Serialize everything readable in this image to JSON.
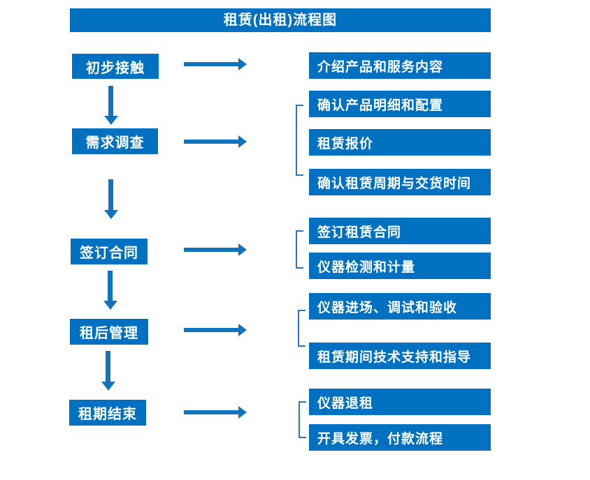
{
  "title": "租赁(出租)流程图",
  "colors": {
    "box_blue": "#0070C0",
    "arrow_blue": "#1172BE",
    "bracket_blue": "#2E75B6",
    "text": "#FFFFFF",
    "background": "#FFFFFF"
  },
  "stages": [
    {
      "label": "初步接触",
      "details": [
        "介绍产品和服务内容"
      ]
    },
    {
      "label": "需求调查",
      "details": [
        "确认产品明细和配置",
        "租赁报价",
        "确认租赁周期与交货时间"
      ]
    },
    {
      "label": "签订合同",
      "details": [
        "签订租赁合同",
        "仪器检测和计量"
      ]
    },
    {
      "label": "租后管理",
      "details": [
        "仪器进场、调试和验收",
        "租赁期间技术支持和指导"
      ]
    },
    {
      "label": "租期结束",
      "details": [
        "仪器退租",
        "开具发票，付款流程"
      ]
    }
  ]
}
